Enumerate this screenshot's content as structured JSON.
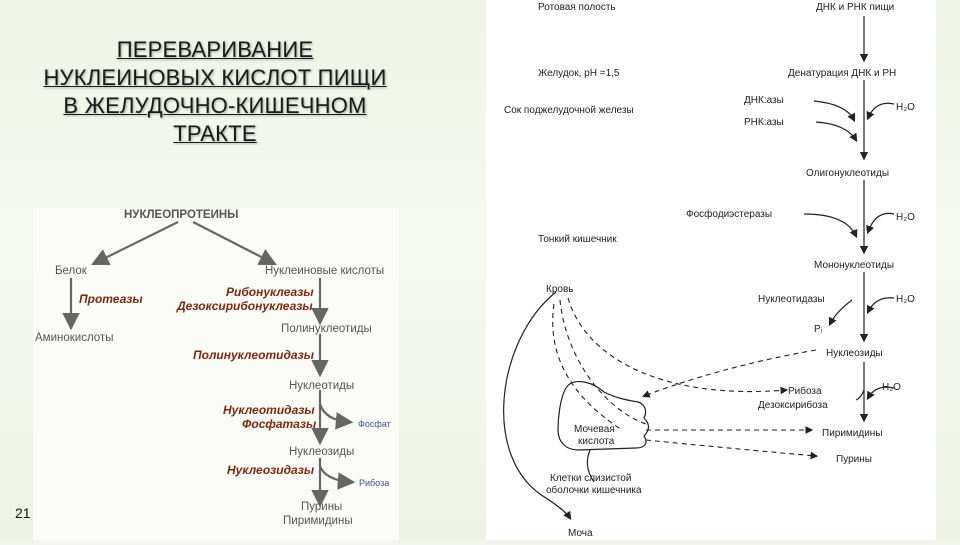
{
  "slide": {
    "title_lines": [
      "ПЕРЕВАРИВАНИЕ",
      "НУКЛЕИНОВЫХ КИСЛОТ ПИЩИ",
      "В ЖЕЛУДОЧНО-КИШЕЧНОМ",
      "ТРАКТЕ"
    ],
    "slide_number": "21"
  },
  "left_diagram": {
    "root": "НУКЛЕОПРОТЕИНЫ",
    "protein": "Белок",
    "nucleic_acids": "Нуклеиновые кислоты",
    "proteases": "Протеазы",
    "amino_acids": "Аминокислоты",
    "ribonucleases": "Рибонуклеазы",
    "deoxyribonucleases": "Дезоксирибонуклеазы",
    "polynucleotides": "Полинуклеотиды",
    "polynucleotidases": "Полинуклеотидазы",
    "nucleotides": "Нуклеотиды",
    "nucleotidases": "Нуклеотидазы",
    "phosphatases": "Фосфатазы",
    "phosphate": "Фосфат",
    "nucleosides": "Нуклеозиды",
    "nucleosidases": "Нуклеозидазы",
    "ribose": "Рибоза",
    "purines": "Пурины",
    "pyrimidines": "Пиримидины",
    "colors": {
      "enzyme": "#7a2a10",
      "text": "#555555",
      "product_blue": "#3a5a8a"
    }
  },
  "right_diagram": {
    "oral_cavity": "Ротовая полость",
    "dna_rna_food": "ДНК и РНК пищи",
    "stomach": "Желудок, pH =1,5",
    "denaturation": "Денатурация ДНК и РН",
    "pancreatic_juice": "Сок поджелудочной железы",
    "dnases": "ДНК:азы",
    "rnases": "РНК:азы",
    "h2o_1": "H₂O",
    "oligonucleotides": "Олигонуклеотиды",
    "phosphodiesterases": "Фосфодиэстеразы",
    "h2o_2": "H₂O",
    "small_intestine": "Тонкий кишечник",
    "mononucleotides": "Мононуклеотиды",
    "blood": "Кровь",
    "nucleotidases": "Нуклеотидазы",
    "h2o_3": "H₂O",
    "pi": "Pᵢ",
    "nucleosides": "Нуклеозиды",
    "ribose": "Рибоза",
    "deoxyribose": "Дезоксирибоза",
    "h2o_4": "H₂O",
    "uric_acid_1": "Мочевая",
    "uric_acid_2": "кислота",
    "pyrimidines": "Пиримидины",
    "purines": "Пурины",
    "mucosa_1": "Клетки слизистой",
    "mucosa_2": "оболочки кишечника",
    "urine": "Моча"
  }
}
